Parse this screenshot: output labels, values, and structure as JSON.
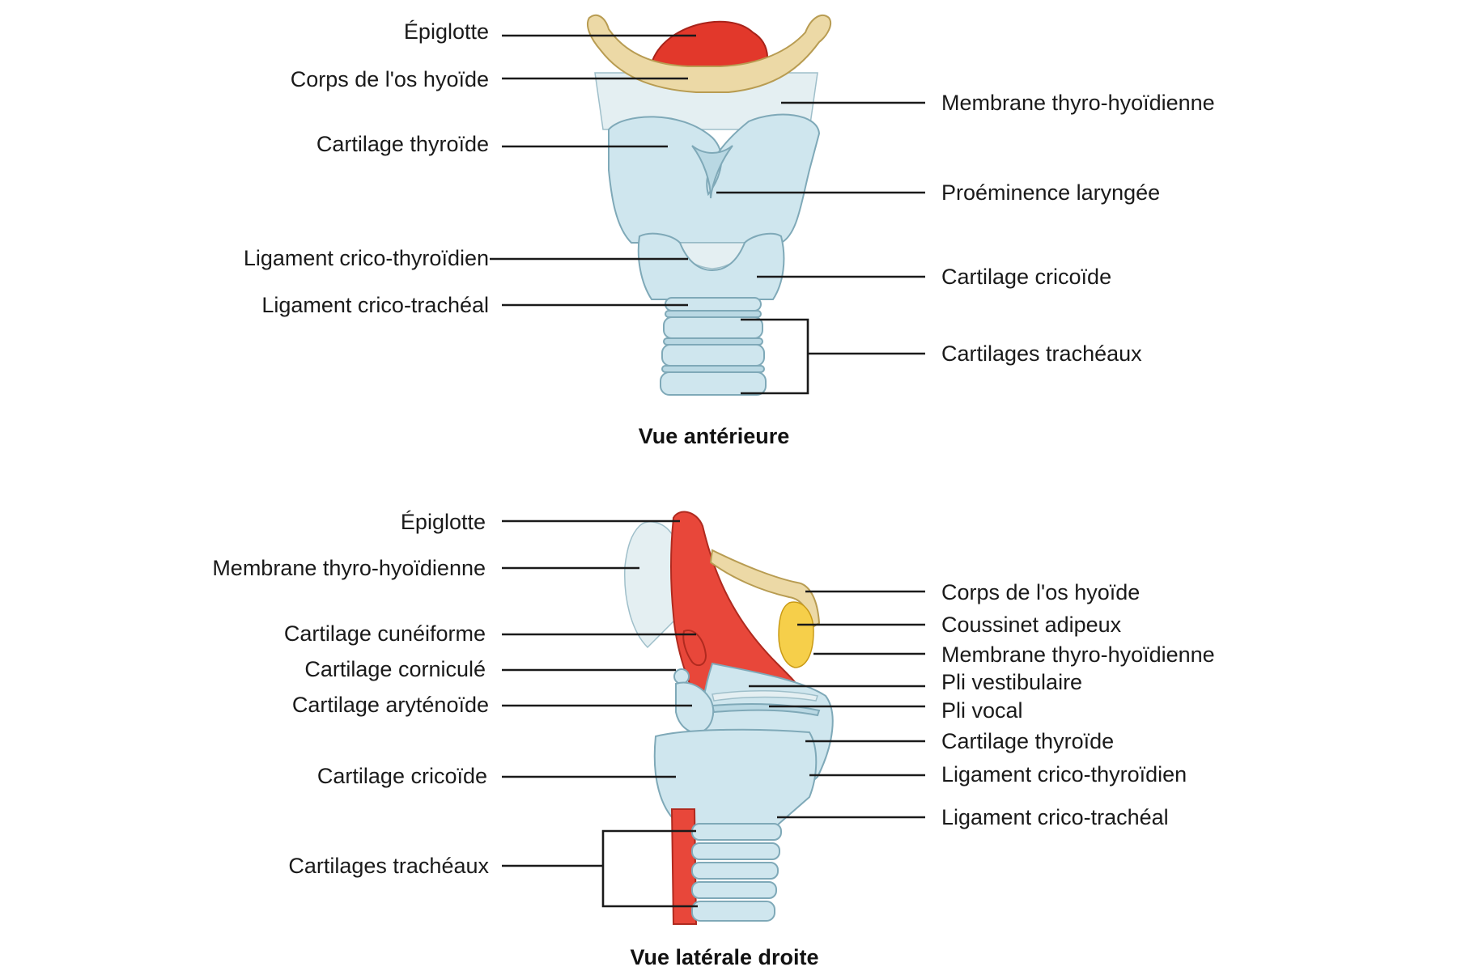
{
  "anterior": {
    "caption": "Vue antérieure",
    "labels": {
      "epiglotte": "Épiglotte",
      "corps_os_hyoide": "Corps de l'os hyoïde",
      "cartilage_thyroide": "Cartilage thyroïde",
      "ligament_crico_thyroidien": "Ligament crico-thyroïdien",
      "ligament_crico_tracheal": "Ligament crico-trachéal",
      "membrane_thyro_hyoidienne": "Membrane thyro-hyoïdienne",
      "proeminence_laryngee": "Proéminence laryngée",
      "cartilage_cricoide": "Cartilage cricoïde",
      "cartilages_tracheaux": "Cartilages trachéaux"
    }
  },
  "lateral": {
    "caption": "Vue latérale droite",
    "labels": {
      "epiglotte": "Épiglotte",
      "membrane_thyro_hyoidienne_left": "Membrane thyro-hyoïdienne",
      "cartilage_cuneiforme": "Cartilage cunéiforme",
      "cartilage_cornicule": "Cartilage corniculé",
      "cartilage_arytenoide": "Cartilage aryténoïde",
      "cartilage_cricoide": "Cartilage cricoïde",
      "cartilages_tracheaux": "Cartilages trachéaux",
      "corps_os_hyoide": "Corps de l'os hyoïde",
      "coussinet_adipeux": "Coussinet adipeux",
      "membrane_thyro_hyoidienne_right": "Membrane thyro-hyoïdienne",
      "pli_vestibulaire": "Pli vestibulaire",
      "pli_vocal": "Pli vocal",
      "cartilage_thyroide": "Cartilage thyroïde",
      "ligament_crico_thyroidien": "Ligament crico-thyroïdien",
      "ligament_crico_tracheal": "Ligament crico-trachéal"
    }
  },
  "colors": {
    "cartilage": "#cfe6ee",
    "bone": "#ecd9a6",
    "epiglottis": "#e2382b",
    "fat_pad": "#f6cf4a",
    "leader_line": "#1a1a1a"
  }
}
